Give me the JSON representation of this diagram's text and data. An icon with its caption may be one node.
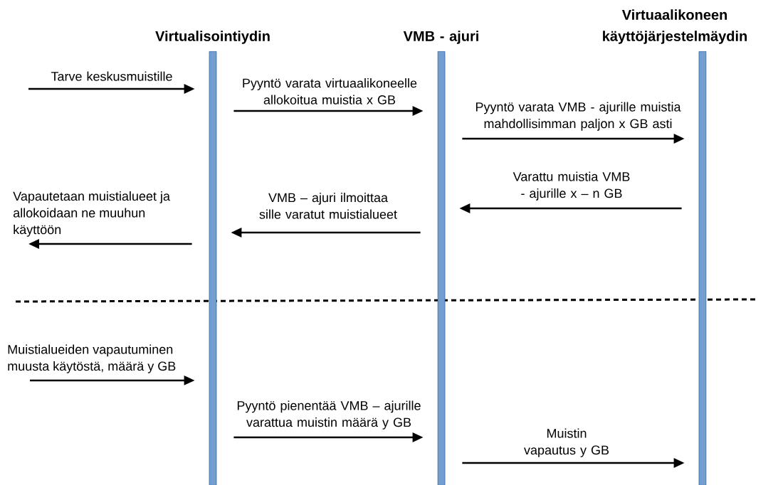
{
  "diagram": {
    "nodes": [
      {
        "text": [
          "Virtualisointiydin"
        ]
      },
      {
        "text": [
          "VMB - ajuri"
        ]
      },
      {
        "text": [
          "Virtuaalikoneen käyttöjärjestelmäydin"
        ]
      }
    ],
    "edges": [
      {
        "from": null,
        "to": 0,
        "arrow": "to",
        "label": "Tarve keskusmuistille"
      },
      {
        "from": 0,
        "to": 1,
        "arrow": "to",
        "label": "Pyyntö varata virtuaalikoneelle allokoitua muistia x GB"
      },
      {
        "from": 1,
        "to": 2,
        "arrow": "to",
        "label": "Pyyntö varata VMB - ajurille muistia mahdollisimman paljon x GB asti"
      },
      {
        "from": 2,
        "to": 1,
        "arrow": "to",
        "label": "Varattu muistia VMB - ajurille x – n GB"
      },
      {
        "from": 1,
        "to": 0,
        "arrow": "to",
        "label": "VMB – ajuri ilmoittaa sille varatut muistialueet"
      },
      {
        "from": 0,
        "to": null,
        "arrow": "to",
        "label": "Vapautetaan muistialueet ja allokoidaan ne muuhun käyttöön"
      },
      {
        "from": null,
        "to": 0,
        "arrow": "to",
        "label": "Muistialueiden vapautuminen muusta käytöstä, määrä y GB"
      },
      {
        "from": 0,
        "to": 1,
        "arrow": "to",
        "label": "Pyyntö pienentää VMB – ajurille varattua muistin määrä y GB"
      },
      {
        "from": 1,
        "to": 2,
        "arrow": "to",
        "label": "Muistin vapautus y GB"
      }
    ]
  }
}
